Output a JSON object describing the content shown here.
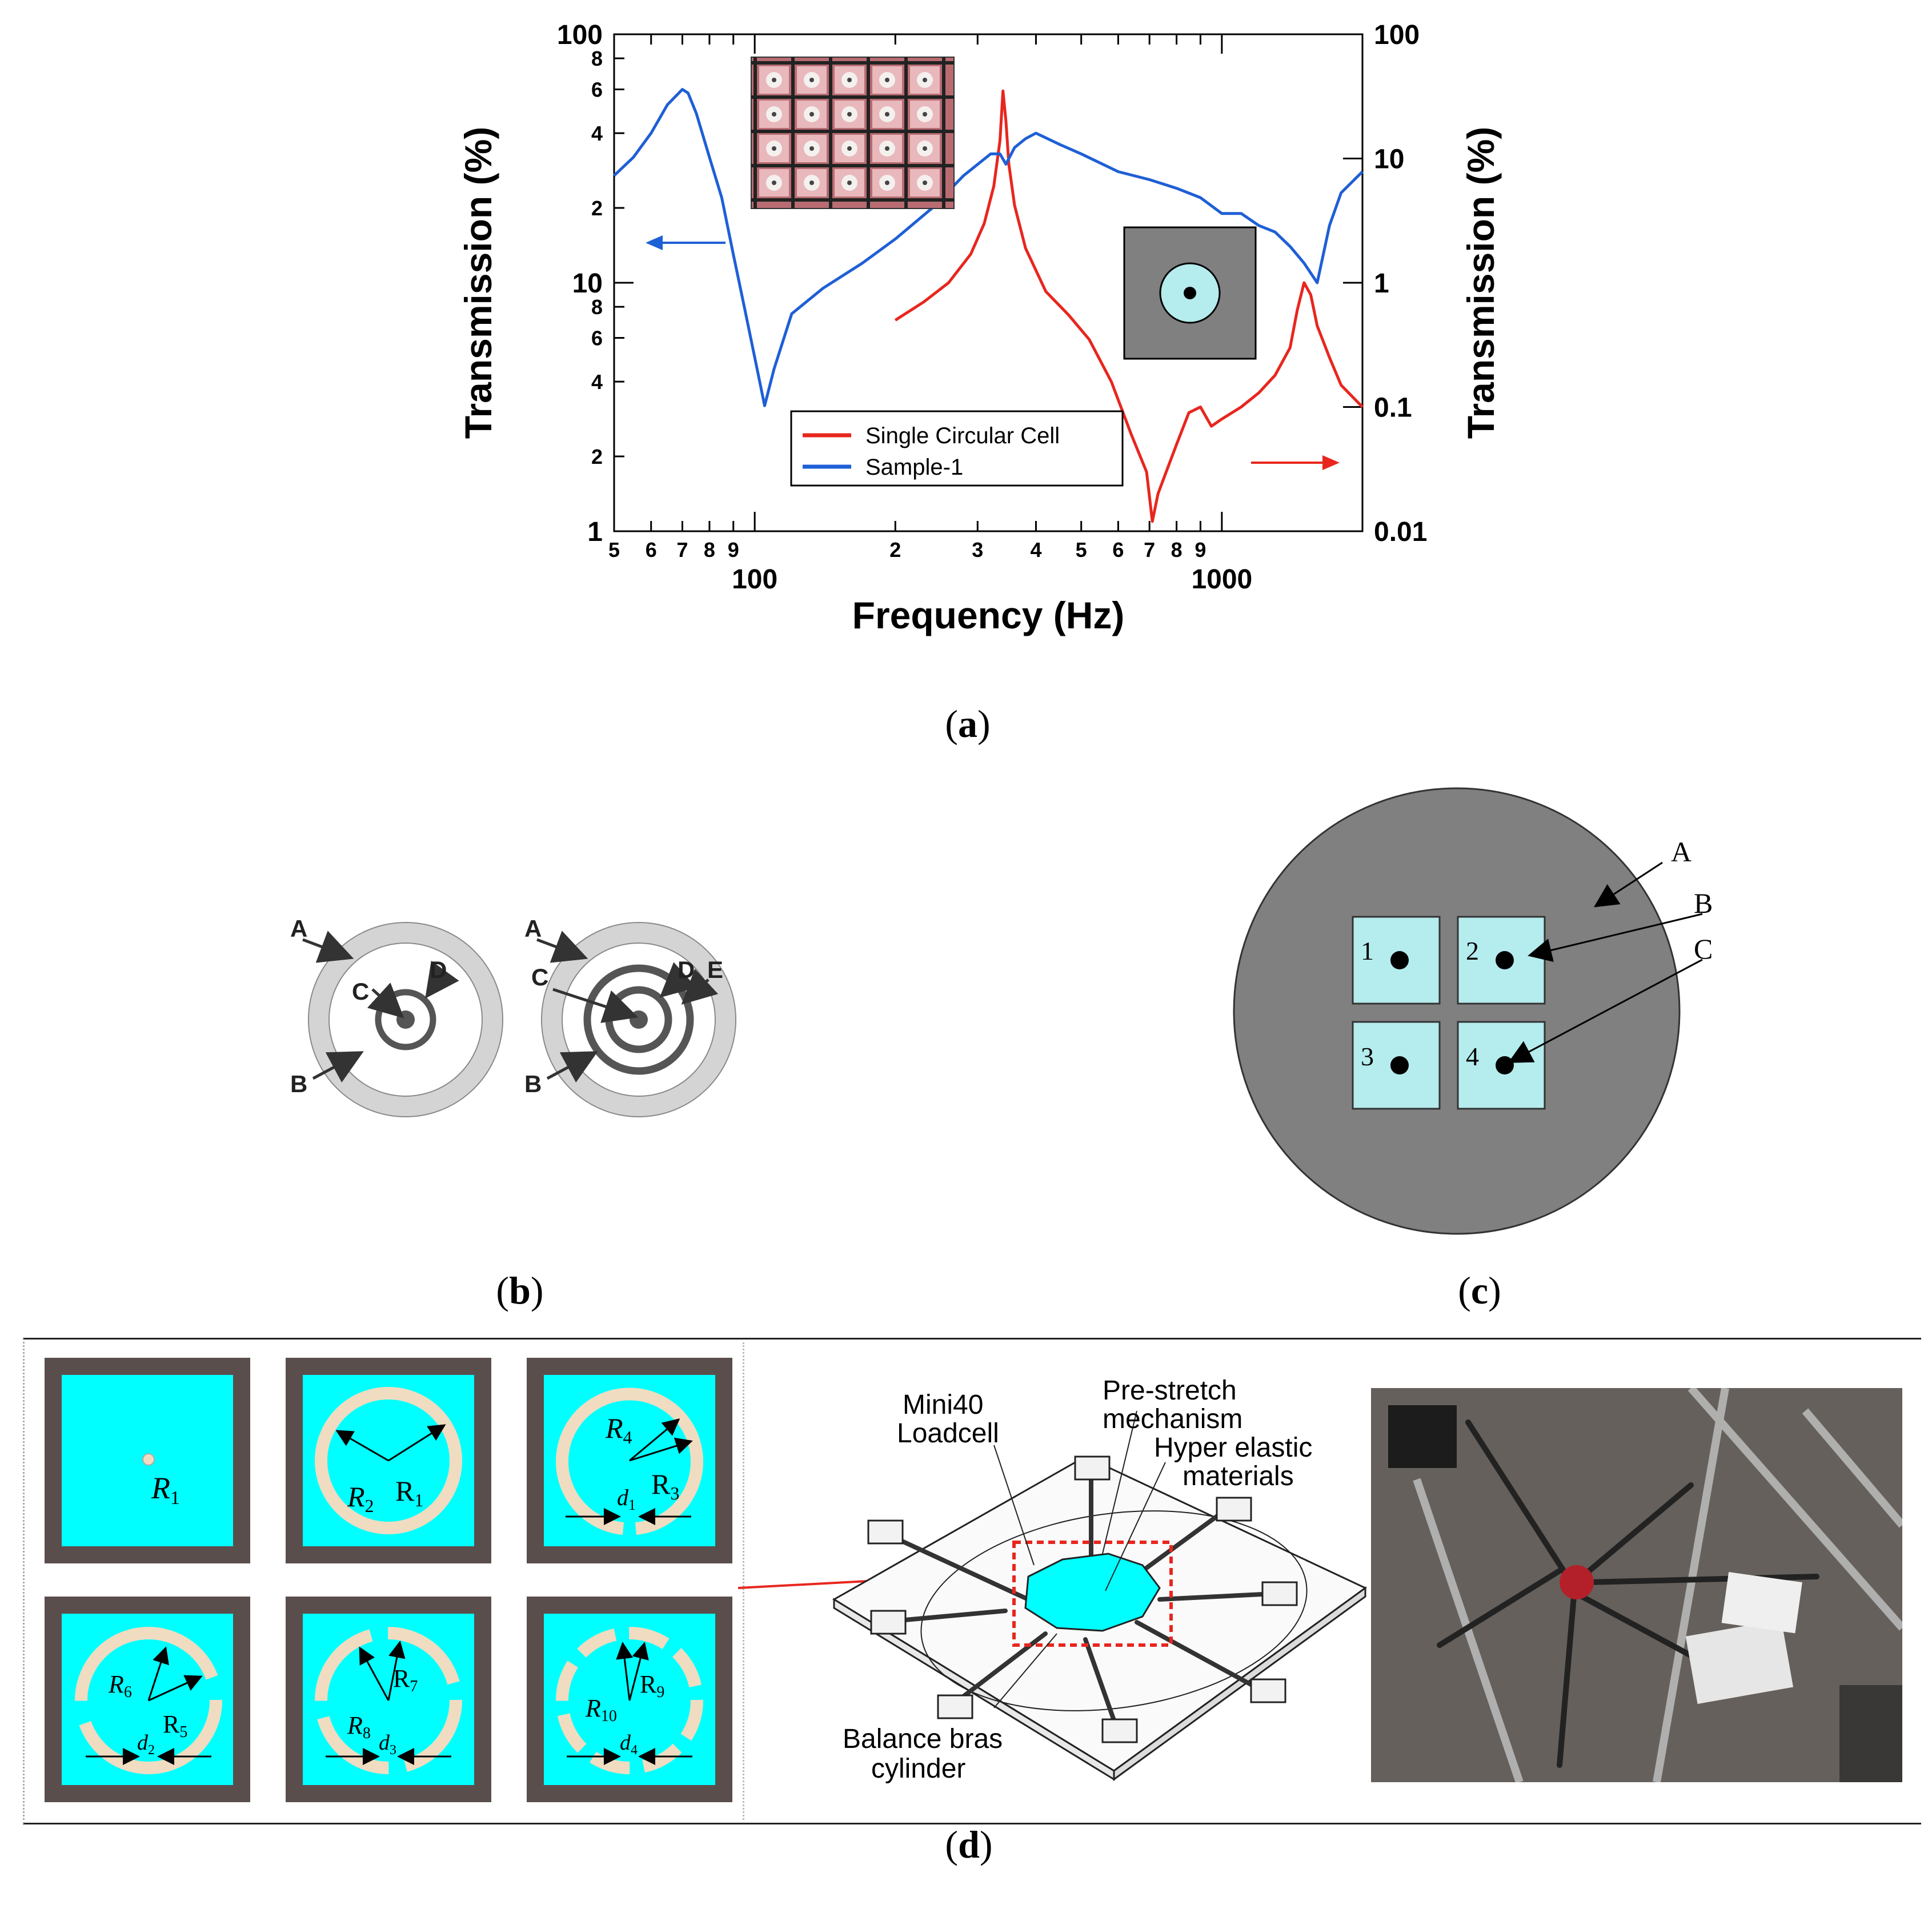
{
  "panel_a": {
    "label": "a",
    "chart_data": {
      "type": "line",
      "xlabel": "Frequency (Hz)",
      "ylabel_left": "Transmission (%)",
      "ylabel_right": "Transmission (%)",
      "x_scale": "log",
      "y_scale": "log",
      "xlim": [
        50,
        2000
      ],
      "ylim_left": [
        1,
        100
      ],
      "ylim_right": [
        0.01,
        100
      ],
      "x_major_ticks": [
        "100",
        "1000"
      ],
      "x_minor_ticks": [
        "5",
        "6",
        "7",
        "8",
        "9",
        "2",
        "3",
        "4",
        "5",
        "6",
        "7",
        "8",
        "9"
      ],
      "left_major_ticks": [
        "1",
        "10",
        "100"
      ],
      "left_minor_ticks": [
        "2",
        "4",
        "6",
        "8",
        "2",
        "4",
        "6",
        "8"
      ],
      "right_major_ticks": [
        "0.01",
        "0.1",
        "1",
        "10",
        "100"
      ],
      "grid": false,
      "legend_placement": "bottom-center",
      "series": [
        {
          "name": "Single Circular Cell",
          "axis": "right",
          "color": "#e8261e",
          "x": [
            200,
            230,
            260,
            290,
            310,
            325,
            335,
            340,
            345,
            350,
            360,
            380,
            420,
            470,
            520,
            580,
            640,
            690,
            710,
            730,
            760,
            800,
            850,
            900,
            950,
            1000,
            1100,
            1200,
            1300,
            1400,
            1450,
            1500,
            1550,
            1600,
            1700,
            1800,
            2000
          ],
          "y": [
            0.5,
            0.7,
            1.0,
            1.7,
            3.0,
            6.0,
            14.0,
            35.0,
            20.0,
            9.0,
            4.2,
            1.9,
            0.85,
            0.55,
            0.35,
            0.16,
            0.06,
            0.03,
            0.012,
            0.02,
            0.03,
            0.05,
            0.09,
            0.1,
            0.07,
            0.08,
            0.1,
            0.13,
            0.18,
            0.3,
            0.6,
            1.0,
            0.8,
            0.45,
            0.25,
            0.15,
            0.1
          ]
        },
        {
          "name": "Sample-1",
          "axis": "left",
          "color": "#1f5fd6",
          "x": [
            50,
            55,
            60,
            65,
            70,
            72,
            75,
            80,
            85,
            90,
            95,
            100,
            105,
            110,
            120,
            140,
            170,
            200,
            240,
            280,
            320,
            335,
            345,
            360,
            380,
            400,
            450,
            500,
            600,
            700,
            800,
            900,
            1000,
            1100,
            1200,
            1300,
            1400,
            1500,
            1600,
            1700,
            1800,
            2000
          ],
          "y": [
            27,
            32,
            40,
            52,
            60,
            58,
            48,
            32,
            22,
            13,
            8,
            5,
            3.2,
            4.5,
            7.5,
            9.5,
            12,
            15,
            20,
            27,
            33,
            33,
            30,
            35,
            38,
            40,
            36,
            33,
            28,
            26,
            24,
            22,
            19,
            19,
            17,
            16,
            14,
            12,
            10,
            17,
            23,
            28
          ]
        }
      ]
    }
  },
  "panel_b": {
    "label": "b",
    "ring1_labels": [
      "A",
      "B",
      "C",
      "D"
    ],
    "ring2_labels": [
      "A",
      "B",
      "C",
      "D",
      "E"
    ]
  },
  "panel_c": {
    "label": "c",
    "cell_numbers": [
      "1",
      "2",
      "3",
      "4"
    ],
    "labels": [
      "A",
      "B",
      "C"
    ]
  },
  "panel_d": {
    "label": "d",
    "cell_labels": {
      "r1": "R",
      "r1_sub": "1",
      "r2": "R",
      "r2_sub": "2",
      "r1b": "R",
      "r1b_sub": "1",
      "r4": "R",
      "r4_sub": "4",
      "r3": "R",
      "r3_sub": "3",
      "d1": "d",
      "d1_sub": "1",
      "r6": "R",
      "r6_sub": "6",
      "r5": "R",
      "r5_sub": "5",
      "d2": "d",
      "d2_sub": "2",
      "r8": "R",
      "r8_sub": "8",
      "r7": "R",
      "r7_sub": "7",
      "d3": "d",
      "d3_sub": "3",
      "r10": "R",
      "r10_sub": "10",
      "r9": "R",
      "r9_sub": "9",
      "d4": "d",
      "d4_sub": "4"
    },
    "apparatus_labels": {
      "mini40_line1": "Mini40",
      "mini40_line2": "Loadcell",
      "prestretch_line1": "Pre-stretch",
      "prestretch_line2": "mechanism",
      "hyper_line1": "Hyper elastic",
      "hyper_line2": "materials",
      "balance_line1": "Balance bras",
      "balance_line2": "cylinder"
    }
  },
  "colors": {
    "cyan": "#00ffff",
    "light_cyan": "#b5ecee",
    "frame": "#5a4e4d",
    "ring": "#f0dcc0",
    "gray": "#777777",
    "red": "#e8261e",
    "blue": "#1f5fd6"
  }
}
